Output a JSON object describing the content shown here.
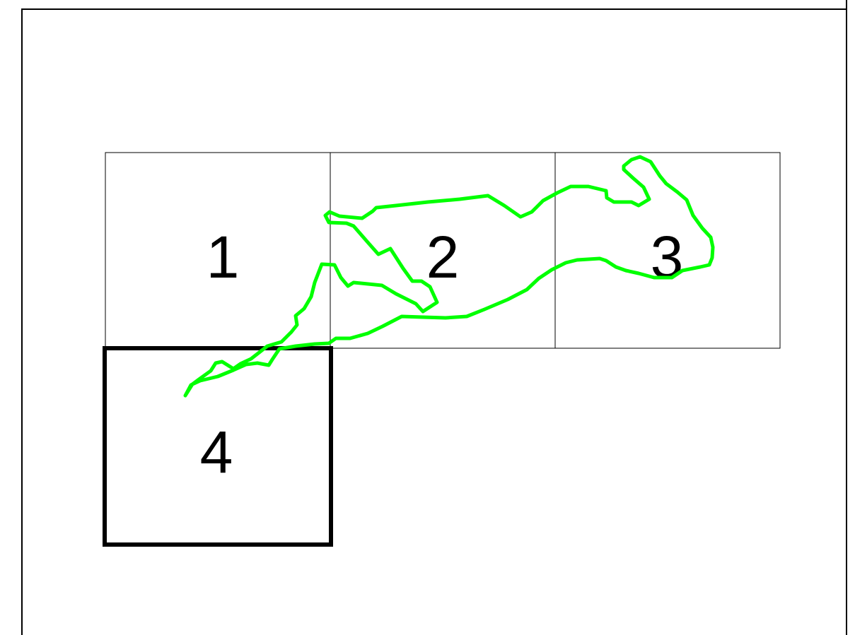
{
  "map": {
    "tiles": [
      {
        "label": "1",
        "selected": false
      },
      {
        "label": "2",
        "selected": false
      },
      {
        "label": "3",
        "selected": false
      },
      {
        "label": "4",
        "selected": true
      }
    ],
    "track_color": "#00ff00"
  }
}
